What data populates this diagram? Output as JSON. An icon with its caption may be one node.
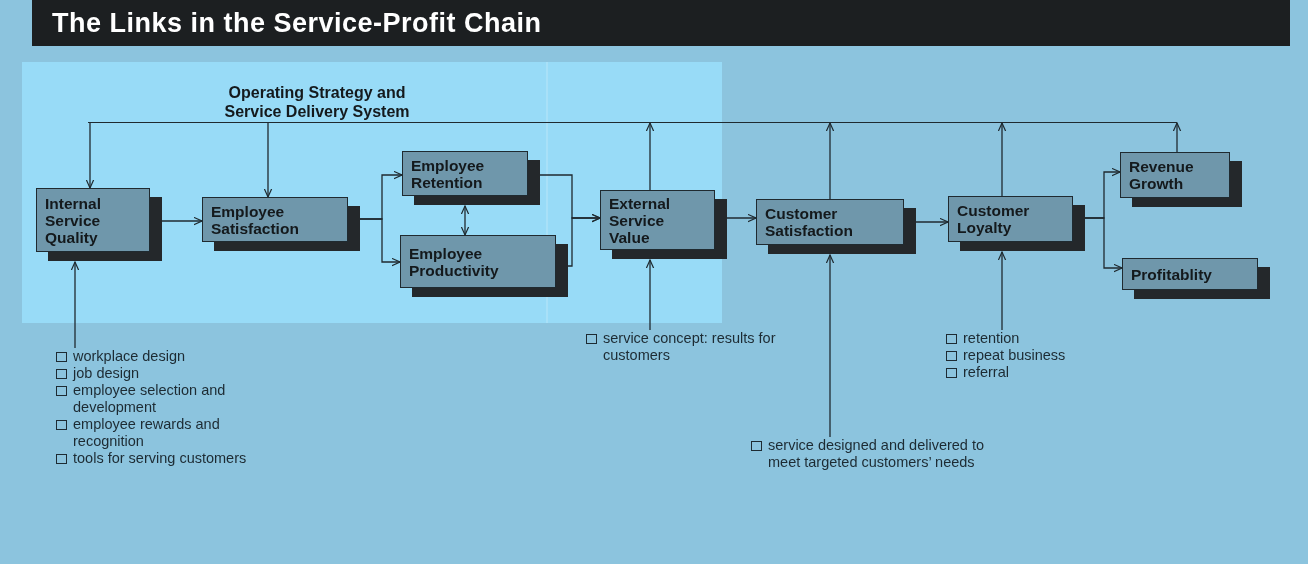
{
  "diagram": {
    "title": "The Links in the Service-Profit Chain",
    "nodes": [
      {
        "text": [
          "Operating Strategy and Service Delivery System"
        ]
      },
      {
        "text": [
          "Internal Service Quality"
        ]
      },
      {
        "text": [
          "Employee Satisfaction"
        ]
      },
      {
        "text": [
          "Employee Retention"
        ]
      },
      {
        "text": [
          "Employee Productivity"
        ]
      },
      {
        "text": [
          "External Service Value"
        ]
      },
      {
        "text": [
          "Customer Satisfaction"
        ]
      },
      {
        "text": [
          "Customer Loyalty"
        ]
      },
      {
        "text": [
          "Revenue Growth"
        ]
      },
      {
        "text": [
          "Profitablity"
        ]
      },
      {
        "text": [
          "workplace design",
          "job design",
          "employee selection and development",
          "employee rewards and recognition",
          "tools for serving customers"
        ]
      },
      {
        "text": [
          "service concept: results for customers"
        ]
      },
      {
        "text": [
          "service designed and delivered to meet targeted customers’ needs"
        ]
      },
      {
        "text": [
          "retention",
          "repeat business",
          "referral"
        ]
      }
    ],
    "edges": [
      {
        "from": 0,
        "to": 1,
        "arrow": "to"
      },
      {
        "from": 0,
        "to": 2,
        "arrow": "to"
      },
      {
        "from": 1,
        "to": 2,
        "arrow": "to"
      },
      {
        "from": 2,
        "to": 3,
        "arrow": "to"
      },
      {
        "from": 2,
        "to": 4,
        "arrow": "to"
      },
      {
        "from": 3,
        "to": 4,
        "arrow": "both"
      },
      {
        "from": 3,
        "to": 5,
        "arrow": "to"
      },
      {
        "from": 4,
        "to": 5,
        "arrow": "to"
      },
      {
        "from": 5,
        "to": 6,
        "arrow": "to"
      },
      {
        "from": 6,
        "to": 7,
        "arrow": "to"
      },
      {
        "from": 7,
        "to": 8,
        "arrow": "to"
      },
      {
        "from": 7,
        "to": 9,
        "arrow": "to"
      },
      {
        "from": 5,
        "to": 0,
        "arrow": "to"
      },
      {
        "from": 6,
        "to": 0,
        "arrow": "to"
      },
      {
        "from": 7,
        "to": 0,
        "arrow": "to"
      },
      {
        "from": 8,
        "to": 0,
        "arrow": "to"
      },
      {
        "from": 10,
        "to": 1,
        "arrow": "to"
      },
      {
        "from": 11,
        "to": 5,
        "arrow": "to"
      },
      {
        "from": 12,
        "to": 6,
        "arrow": "to"
      },
      {
        "from": 13,
        "to": 7,
        "arrow": "to"
      }
    ]
  }
}
